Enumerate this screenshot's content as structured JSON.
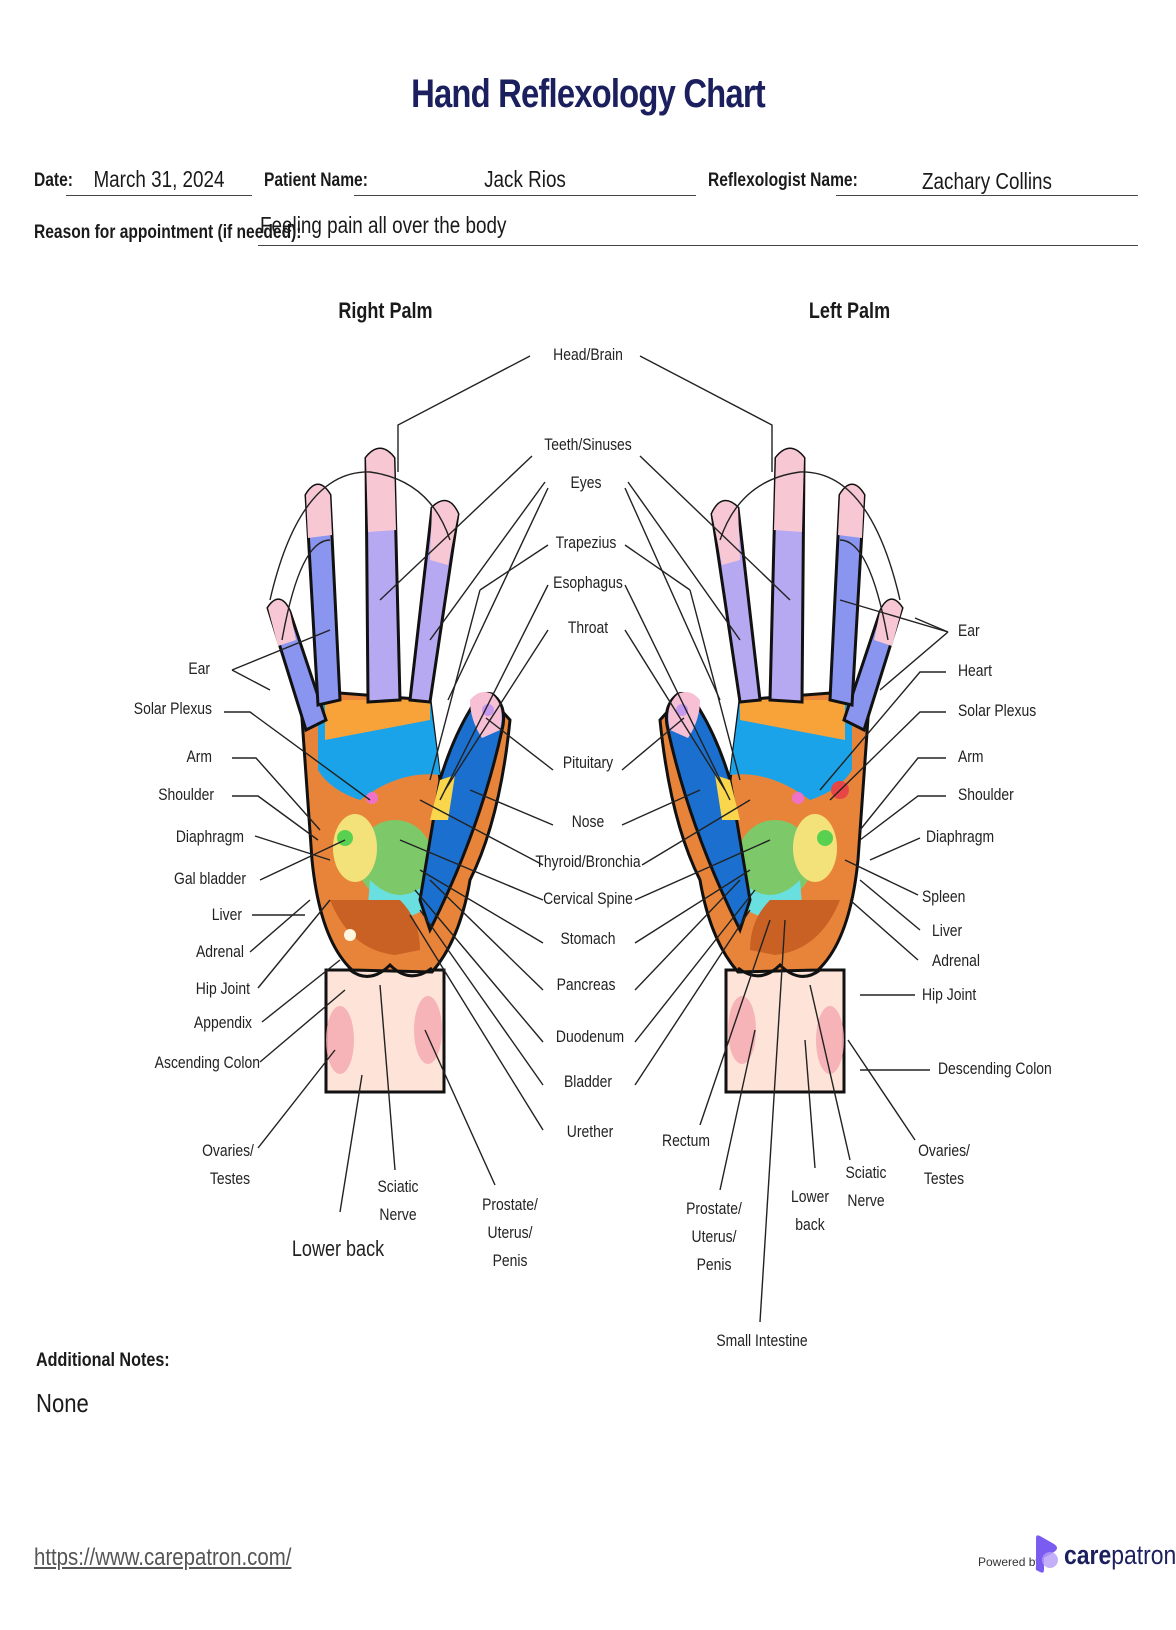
{
  "title": "Hand Reflexology Chart",
  "form": {
    "date_label": "Date:",
    "date_value": "March 31, 2024",
    "patient_label": "Patient Name:",
    "patient_value": "Jack Rios",
    "reflexologist_label": "Reflexologist Name:",
    "reflexologist_value": "Zachary Collins",
    "reason_label": "Reason for appointment (if needed):",
    "reason_value": "Feeling pain all over the body"
  },
  "palms": {
    "right_title": "Right Palm",
    "left_title": "Left Palm"
  },
  "labels": {
    "head_brain": "Head/Brain",
    "teeth_sinuses": "Teeth/Sinuses",
    "eyes": "Eyes",
    "trapezius": "Trapezius",
    "esophagus": "Esophagus",
    "throat": "Throat",
    "pituitary": "Pituitary",
    "nose": "Nose",
    "thyroid_bronchia": "Thyroid/Bronchia",
    "cervical_spine": "Cervical Spine",
    "stomach": "Stomach",
    "pancreas": "Pancreas",
    "duodenum": "Duodenum",
    "bladder": "Bladder",
    "urether": "Urether",
    "r_ear": "Ear",
    "r_solar_plexus": "Solar Plexus",
    "r_arm": "Arm",
    "r_shoulder": "Shoulder",
    "r_diaphragm": "Diaphragm",
    "r_gall_bladder": "Gal bladder",
    "r_liver": "Liver",
    "r_adrenal": "Adrenal",
    "r_hip_joint": "Hip Joint",
    "r_appendix": "Appendix",
    "r_ascending_colon": "Ascending Colon",
    "r_ovaries_1": "Ovaries/",
    "r_ovaries_2": "Testes",
    "r_sciatic_1": "Sciatic",
    "r_sciatic_2": "Nerve",
    "r_lower_back": "Lower back",
    "r_prostate_1": "Prostate/",
    "r_prostate_2": "Uterus/",
    "r_prostate_3": "Penis",
    "l_ear": "Ear",
    "l_heart": "Heart",
    "l_solar_plexus": "Solar Plexus",
    "l_arm": "Arm",
    "l_shoulder": "Shoulder",
    "l_diaphragm": "Diaphragm",
    "l_spleen": "Spleen",
    "l_liver": "Liver",
    "l_adrenal": "Adrenal",
    "l_hip_joint": "Hip Joint",
    "l_descending_colon": "Descending Colon",
    "l_rectum": "Rectum",
    "l_ovaries_1": "Ovaries/",
    "l_ovaries_2": "Testes",
    "l_sciatic_1": "Sciatic",
    "l_sciatic_2": "Nerve",
    "l_lower_back_1": "Lower",
    "l_lower_back_2": "back",
    "l_prostate_1": "Prostate/",
    "l_prostate_2": "Uterus/",
    "l_prostate_3": "Penis",
    "small_intestine": "Small Intestine"
  },
  "notes": {
    "label": "Additional Notes:",
    "value": "None"
  },
  "footer": {
    "url": "https://www.carepatron.com/",
    "powered_by": "Powered by",
    "brand_a": "care",
    "brand_b": "patron"
  }
}
